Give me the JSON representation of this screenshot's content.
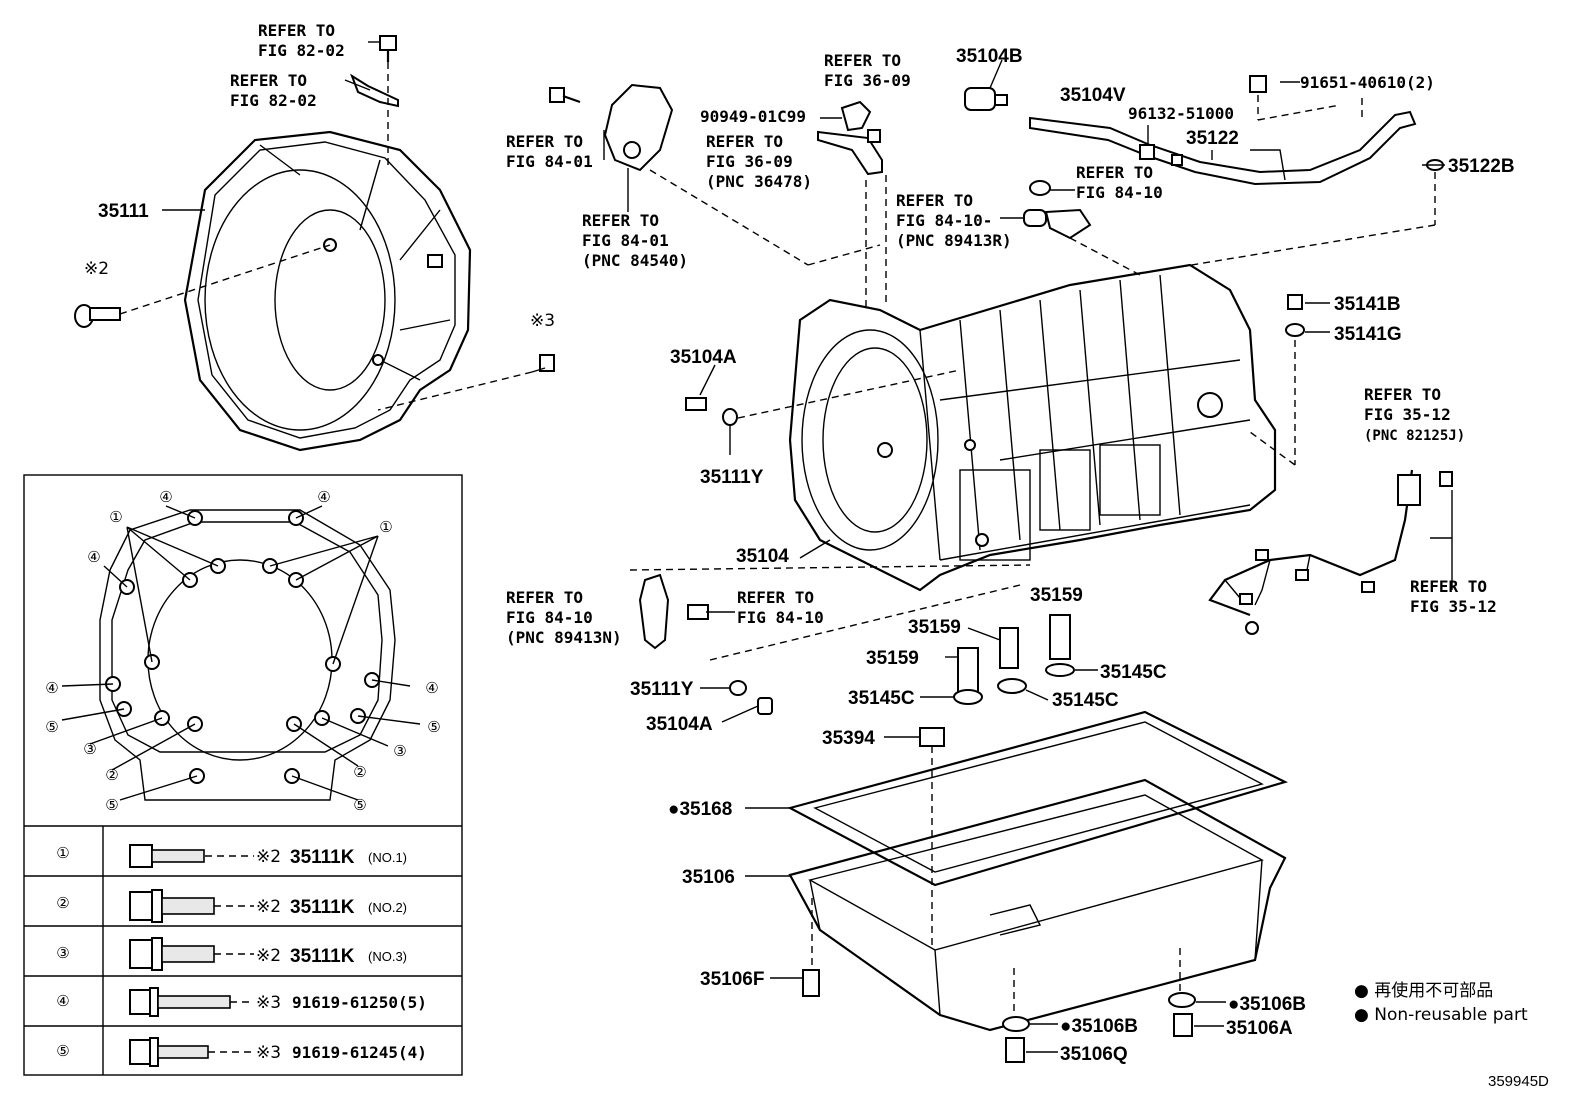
{
  "diagram": {
    "figure_code": "359945D",
    "labels": [
      {
        "id": "ref-82-02-a",
        "lines": [
          "REFER TO",
          "FIG 82-02"
        ]
      },
      {
        "id": "ref-82-02-b",
        "lines": [
          "REFER TO",
          "FIG 82-02"
        ]
      },
      {
        "id": "ref-84-01-a",
        "lines": [
          "REFER TO",
          "FIG 84-01"
        ]
      },
      {
        "id": "ref-84-01-b",
        "lines": [
          "REFER TO",
          "FIG 84-01",
          "(PNC 84540)"
        ]
      },
      {
        "id": "ref-36-09-a",
        "lines": [
          "REFER TO",
          "FIG 36-09"
        ]
      },
      {
        "id": "ref-36-09-b",
        "lines": [
          "REFER TO",
          "FIG 36-09",
          "(PNC 36478)"
        ]
      },
      {
        "id": "ref-84-10-a",
        "lines": [
          "REFER TO",
          "FIG 84-10"
        ]
      },
      {
        "id": "ref-84-10-b",
        "lines": [
          "REFER TO",
          "FIG 84-10-",
          "(PNC 89413R)"
        ]
      },
      {
        "id": "ref-84-10-c",
        "lines": [
          "REFER TO",
          "FIG 84-10",
          "(PNC 89413N)"
        ]
      },
      {
        "id": "ref-84-10-d",
        "lines": [
          "REFER TO",
          "FIG 84-10"
        ]
      },
      {
        "id": "ref-35-12-a",
        "lines": [
          "REFER TO",
          "FIG 35-12",
          "(PNC 82125J)"
        ]
      },
      {
        "id": "ref-35-12-b",
        "lines": [
          "REFER TO",
          "FIG 35-12"
        ]
      }
    ],
    "part_numbers": [
      {
        "id": "p35111",
        "text": "35111"
      },
      {
        "id": "p2mark",
        "text": "※2"
      },
      {
        "id": "p3mark",
        "text": "※3"
      },
      {
        "id": "p90949",
        "text": "90949-01C99"
      },
      {
        "id": "p35104B",
        "text": "35104B"
      },
      {
        "id": "p35104V",
        "text": "35104V"
      },
      {
        "id": "p96132",
        "text": "96132-51000"
      },
      {
        "id": "p91651",
        "text": "91651-40610(2)"
      },
      {
        "id": "p35122",
        "text": "35122"
      },
      {
        "id": "p35122B",
        "text": "35122B"
      },
      {
        "id": "p35141B",
        "text": "35141B"
      },
      {
        "id": "p35141G",
        "text": "35141G"
      },
      {
        "id": "p35104A1",
        "text": "35104A"
      },
      {
        "id": "p35111Y1",
        "text": "35111Y"
      },
      {
        "id": "p35104",
        "text": "35104"
      },
      {
        "id": "p35159a",
        "text": "35159"
      },
      {
        "id": "p35159b",
        "text": "35159"
      },
      {
        "id": "p35159c",
        "text": "35159"
      },
      {
        "id": "p35145C1",
        "text": "35145C"
      },
      {
        "id": "p35145C2",
        "text": "35145C"
      },
      {
        "id": "p35145C3",
        "text": "35145C"
      },
      {
        "id": "p35111Y2",
        "text": "35111Y"
      },
      {
        "id": "p35104A2",
        "text": "35104A"
      },
      {
        "id": "p35394",
        "text": "35394"
      },
      {
        "id": "p35168",
        "text": "●35168"
      },
      {
        "id": "p35106",
        "text": "35106"
      },
      {
        "id": "p35106F",
        "text": "35106F"
      },
      {
        "id": "p35106B1",
        "text": "●35106B"
      },
      {
        "id": "p35106B2",
        "text": "●35106B"
      },
      {
        "id": "p35106A",
        "text": "35106A"
      },
      {
        "id": "p35106Q",
        "text": "35106Q"
      }
    ],
    "bolt_markers": [
      "①",
      "④",
      "④",
      "①",
      "④",
      "④",
      "④",
      "⑤",
      "⑤",
      "③",
      "③",
      "②",
      "②",
      "⑤",
      "⑤"
    ]
  },
  "bolt_table": {
    "rows": [
      {
        "marker": "①",
        "note": "※2",
        "part": "35111K",
        "variant": "(NO.1)"
      },
      {
        "marker": "②",
        "note": "※2",
        "part": "35111K",
        "variant": "(NO.2)"
      },
      {
        "marker": "③",
        "note": "※2",
        "part": "35111K",
        "variant": "(NO.3)"
      },
      {
        "marker": "④",
        "note": "※3",
        "part": "91619-61250(5)",
        "variant": ""
      },
      {
        "marker": "⑤",
        "note": "※3",
        "part": "91619-61245(4)",
        "variant": ""
      }
    ]
  },
  "legend": {
    "japanese": "● 再使用不可部品",
    "english": "● Non-reusable part"
  }
}
